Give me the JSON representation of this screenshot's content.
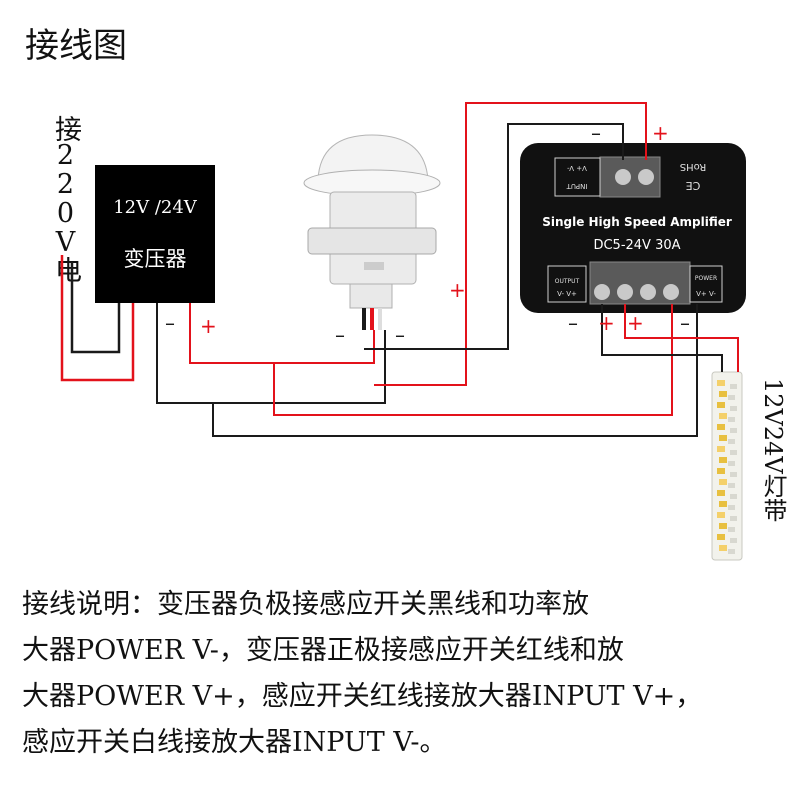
{
  "title": "接线图",
  "mains_label": "接220V电",
  "transformer": {
    "line1": "12V /24V",
    "line2": "变压器"
  },
  "amplifier": {
    "name": "Single High Speed Amplifier",
    "rating": "DC5-24V 30A",
    "rohs": "RoHS",
    "input_label": "INPUT",
    "input_terminals": "V+  V-",
    "output_label": "OUTPUT",
    "output_terminals": "V- V+",
    "power_label": "POWER",
    "power_terminals": "V+ V-"
  },
  "led_strip_label": "12V24V灯带",
  "polarity": {
    "minus": "–",
    "plus": "+"
  },
  "instructions": [
    "接线说明：变压器负极接感应开关黑线和功率放",
    "大器POWER V-，变压器正极接感应开关红线和放",
    "大器POWER V+，感应开关红线接放大器INPUT V+，",
    "感应开关白线接放大器INPUT V-。"
  ],
  "colors": {
    "wire_red": "#e3121b",
    "wire_black": "#1a1a1a",
    "device_black": "#111111",
    "sensor_white": "#eeeeee"
  }
}
